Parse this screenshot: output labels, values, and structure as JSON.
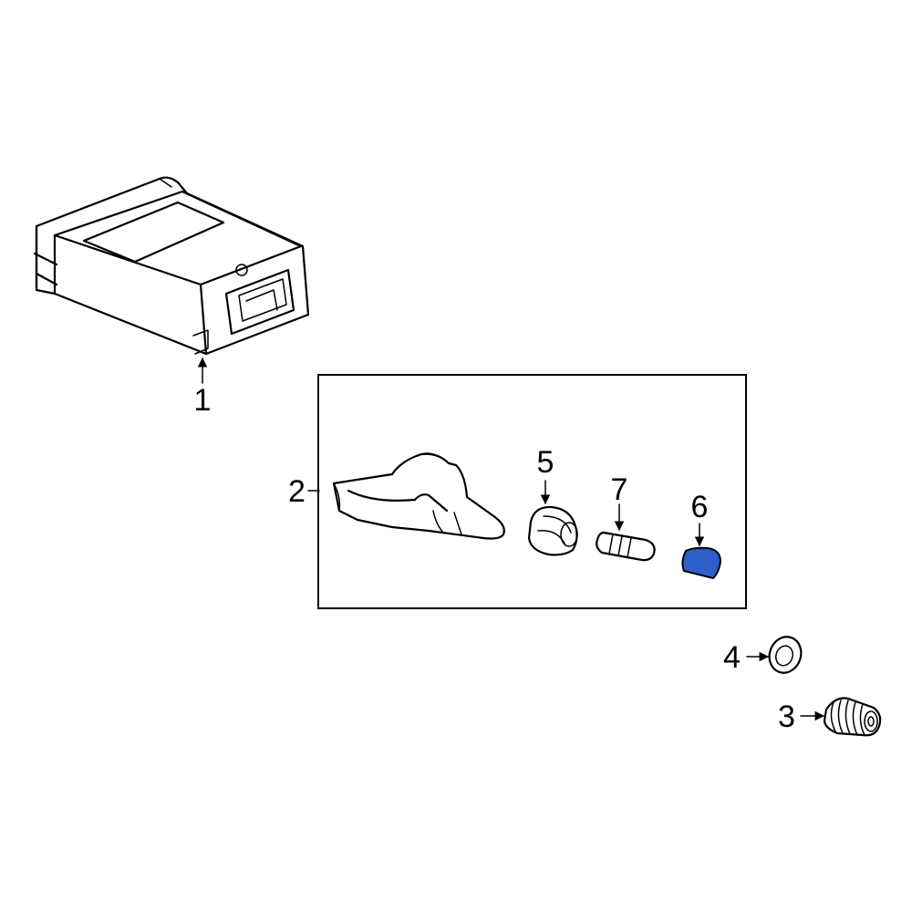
{
  "callouts": {
    "c1": "1",
    "c2": "2",
    "c3": "3",
    "c4": "4",
    "c5": "5",
    "c6": "6",
    "c7": "7"
  },
  "colors": {
    "highlight": "#2f5fc8",
    "line": "#000000",
    "background": "#ffffff"
  }
}
